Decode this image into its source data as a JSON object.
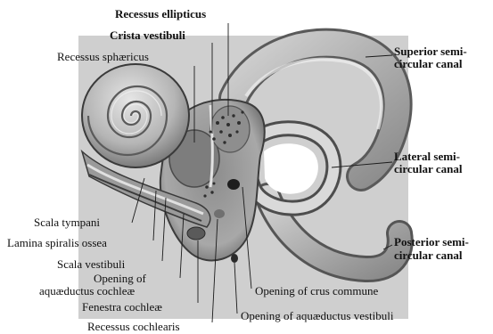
{
  "colors": {
    "background": "#ffffff",
    "bone": "#b9b9b9",
    "bone_light": "#d8d8d8",
    "bone_dark": "#6f6f6f",
    "shadow": "#3a3a3a",
    "ink": "#111111"
  },
  "labels": {
    "recessus_ellipticus": "Recessus ellipticus",
    "crista_vestibuli": "Crista vestibuli",
    "recessus_sphaericus": "Recessus sphæricus",
    "superior_semicircular_line1": "Superior semi-",
    "superior_semicircular_line2": "circular canal",
    "lateral_semicircular_line1": "Lateral semi-",
    "lateral_semicircular_line2": "circular canal",
    "posterior_semicircular_line1": "Posterior semi-",
    "posterior_semicircular_line2": "circular canal",
    "scala_tympani": "Scala tympani",
    "lamina_spiralis_ossea": "Lamina spiralis ossea",
    "scala_vestibuli": "Scala vestibuli",
    "opening_of_aquaeductus_cochleae_line1": "Opening of",
    "opening_of_aquaeductus_cochleae_line2": "aquæductus cochleæ",
    "fenestra_cochleae": "Fenestra cochleæ",
    "recessus_cochlearis": "Recessus cochlearis",
    "opening_of_crus_commune": "Opening of crus commune",
    "opening_of_aquaeductus_vestibuli": "Opening of aquæductus vestibuli"
  }
}
